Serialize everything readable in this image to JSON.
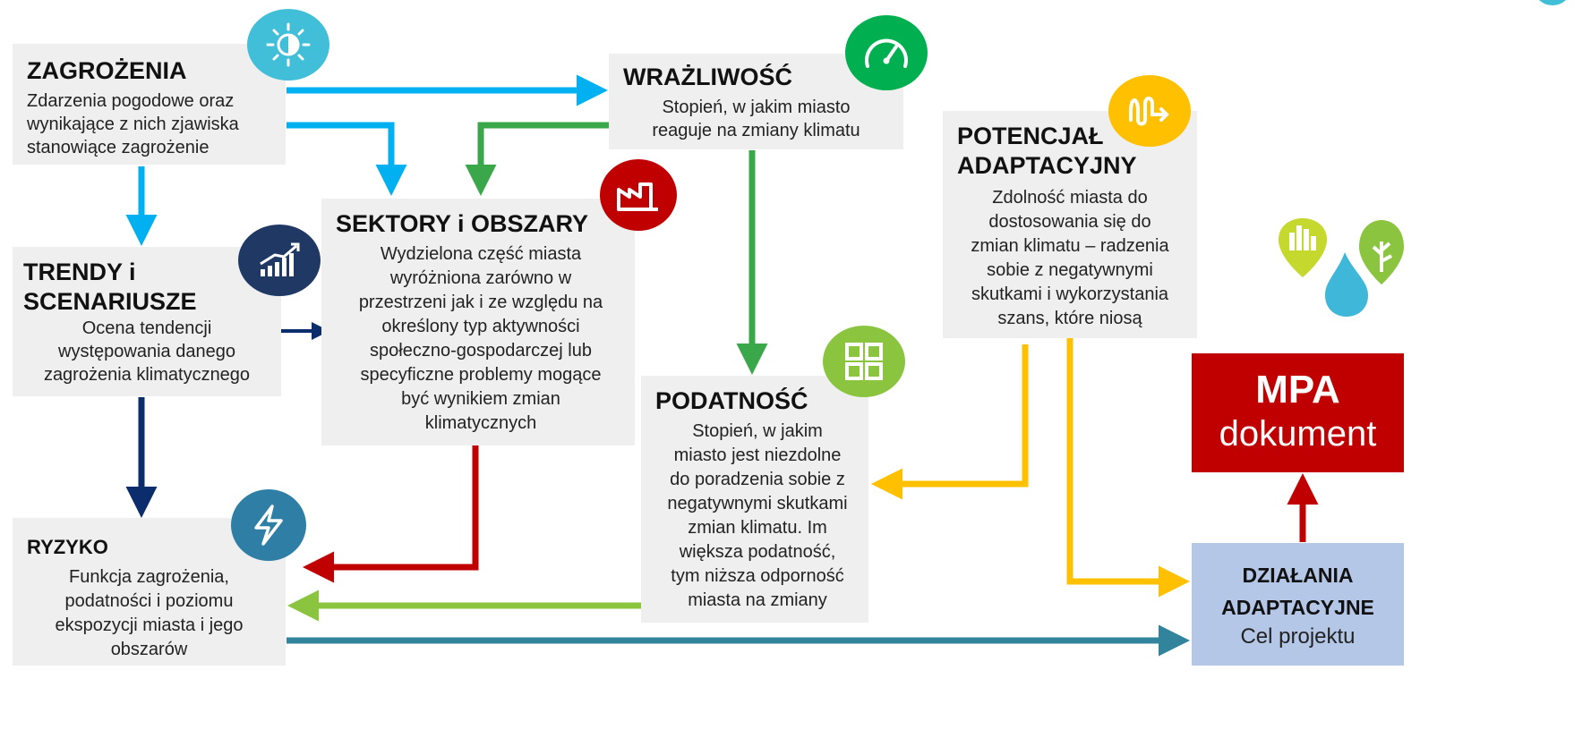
{
  "boxes": {
    "zagrozenia": {
      "title": "ZAGROŻENIA",
      "lines": [
        "Zdarzenia pogodowe oraz",
        "wynikające z nich zjawiska",
        "stanowiące zagrożenie"
      ]
    },
    "wrazliwosc": {
      "title": "WRAŻLIWOŚĆ",
      "lines": [
        "Stopień, w jakim miasto",
        "reaguje na zmiany klimatu"
      ]
    },
    "potencjal": {
      "title_line1": "POTENCJAŁ",
      "title_line2": "ADAPTACYJNY",
      "lines": [
        "Zdolność miasta do",
        "dostosowania się do",
        "zmian klimatu – radzenia",
        "sobie  z negatywnymi",
        "skutkami i wykorzystania",
        "szans, które niosą"
      ]
    },
    "sektory": {
      "title": "SEKTORY i OBSZARY",
      "lines": [
        "Wydzielona część miasta",
        "wyróżniona zarówno w",
        "przestrzeni jak i ze względu na",
        "określony typ aktywności",
        "społeczno-gospodarczej lub",
        "specyficzne problemy mogące",
        "być wynikiem zmian",
        "klimatycznych"
      ]
    },
    "trendy": {
      "title_line1": "TRENDY i",
      "title_line2": "SCENARIUSZE",
      "lines": [
        "Ocena tendencji",
        "występowania danego",
        "zagrożenia klimatycznego"
      ]
    },
    "podatnosc": {
      "title": "PODATNOŚĆ",
      "lines": [
        "Stopień, w jakim",
        "miasto jest niezdolne",
        "do poradzenia sobie  z",
        "negatywnymi skutkami",
        "zmian klimatu. Im",
        "większa podatność,",
        "tym niższa odporność",
        "miasta na zmiany"
      ]
    },
    "ryzyko": {
      "title": "RYZYKO",
      "lines": [
        "Funkcja zagrożenia,",
        "podatności i poziomu",
        "ekspozycji miasta i jego",
        "obszarów"
      ]
    },
    "mpa": {
      "title": "MPA",
      "subtitle": "dokument"
    },
    "dzialania": {
      "title_line1": "DZIAŁANIA",
      "title_line2": "ADAPTACYJNE",
      "subtitle": "Cel projektu"
    }
  },
  "icons": {
    "weather": "sun-cloud-icon",
    "speedometer": "speedometer-icon",
    "factory": "factory-icon",
    "growth_chart": "bar-chart-growth-icon",
    "wave": "wave-arrow-icon",
    "grid": "grid-icon",
    "lightning": "lightning-icon"
  },
  "colors": {
    "light_blue_arrow": "#00b0f0",
    "green_arrow": "#3aa84a",
    "dark_navy_arrow": "#0b2d6b",
    "red_arrow": "#c00000",
    "yellow_arrow": "#ffc000",
    "light_green_arrow": "#8bc53f",
    "teal_arrow": "#31849b",
    "box_background": "#efefef",
    "mpa_background": "#c00000",
    "action_background": "#b4c7e7"
  }
}
